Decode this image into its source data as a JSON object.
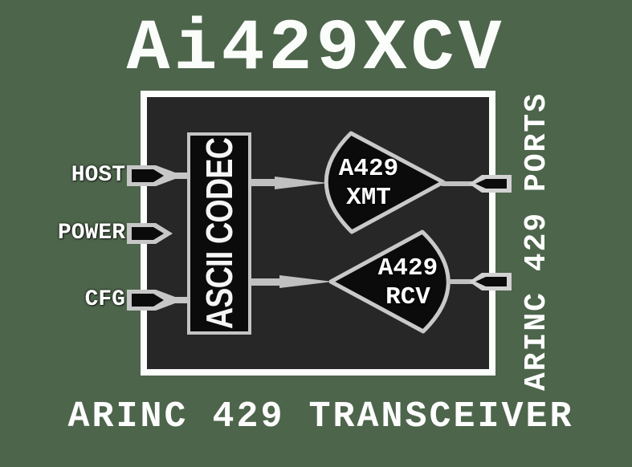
{
  "colors": {
    "background": "#4d654b",
    "panel_fill": "#272727",
    "shape_fill": "#0b0b0b",
    "outline_gray": "#c7c7c7",
    "border_white": "#fcfefc",
    "text_white": "#ffffff"
  },
  "header": {
    "title": "Ai429XCV"
  },
  "footer": {
    "caption": "ARINC 429 TRANSCEIVER"
  },
  "side": {
    "label": "ARINC 429 PORTS"
  },
  "codec": {
    "label": "ASCII CODEC"
  },
  "inputs": [
    {
      "label": "HOST"
    },
    {
      "label": "POWER"
    },
    {
      "label": "CFG"
    }
  ],
  "funnels": [
    {
      "line1": "A429",
      "line2": "XMT"
    },
    {
      "line1": "A429",
      "line2": "RCV"
    }
  ]
}
